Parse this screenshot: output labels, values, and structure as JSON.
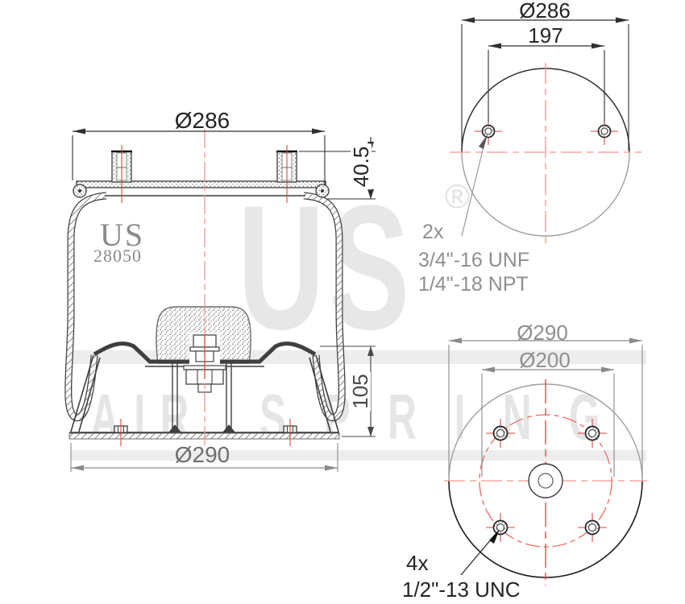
{
  "drawing": {
    "side_view": {
      "top_diameter": "Ø286",
      "stud_height": "40.5",
      "brand": "US",
      "model": "28050",
      "lower_height": "105",
      "base_diameter": "Ø290"
    },
    "top_view": {
      "outer_diameter": "Ø286",
      "stud_spacing": "197",
      "note_qty": "2x",
      "note_thread1": "3/4\"-16 UNF",
      "note_thread2": "1/4\"-18 NPT"
    },
    "bottom_view": {
      "outer_diameter": "Ø290",
      "bolt_circle_diameter": "Ø200",
      "note_qty": "4x",
      "note_thread": "1/2\"-13 UNC"
    },
    "watermark": {
      "brand": "US",
      "registered": "®",
      "tagline_word1": "AIR",
      "tagline_word2": "SPRING"
    },
    "colors": {
      "line_dark": "#2f2f2f",
      "line_gray": "#9a9a9a",
      "accent_red": "#e0453a",
      "watermark_gray": "#e7e7e7"
    }
  }
}
